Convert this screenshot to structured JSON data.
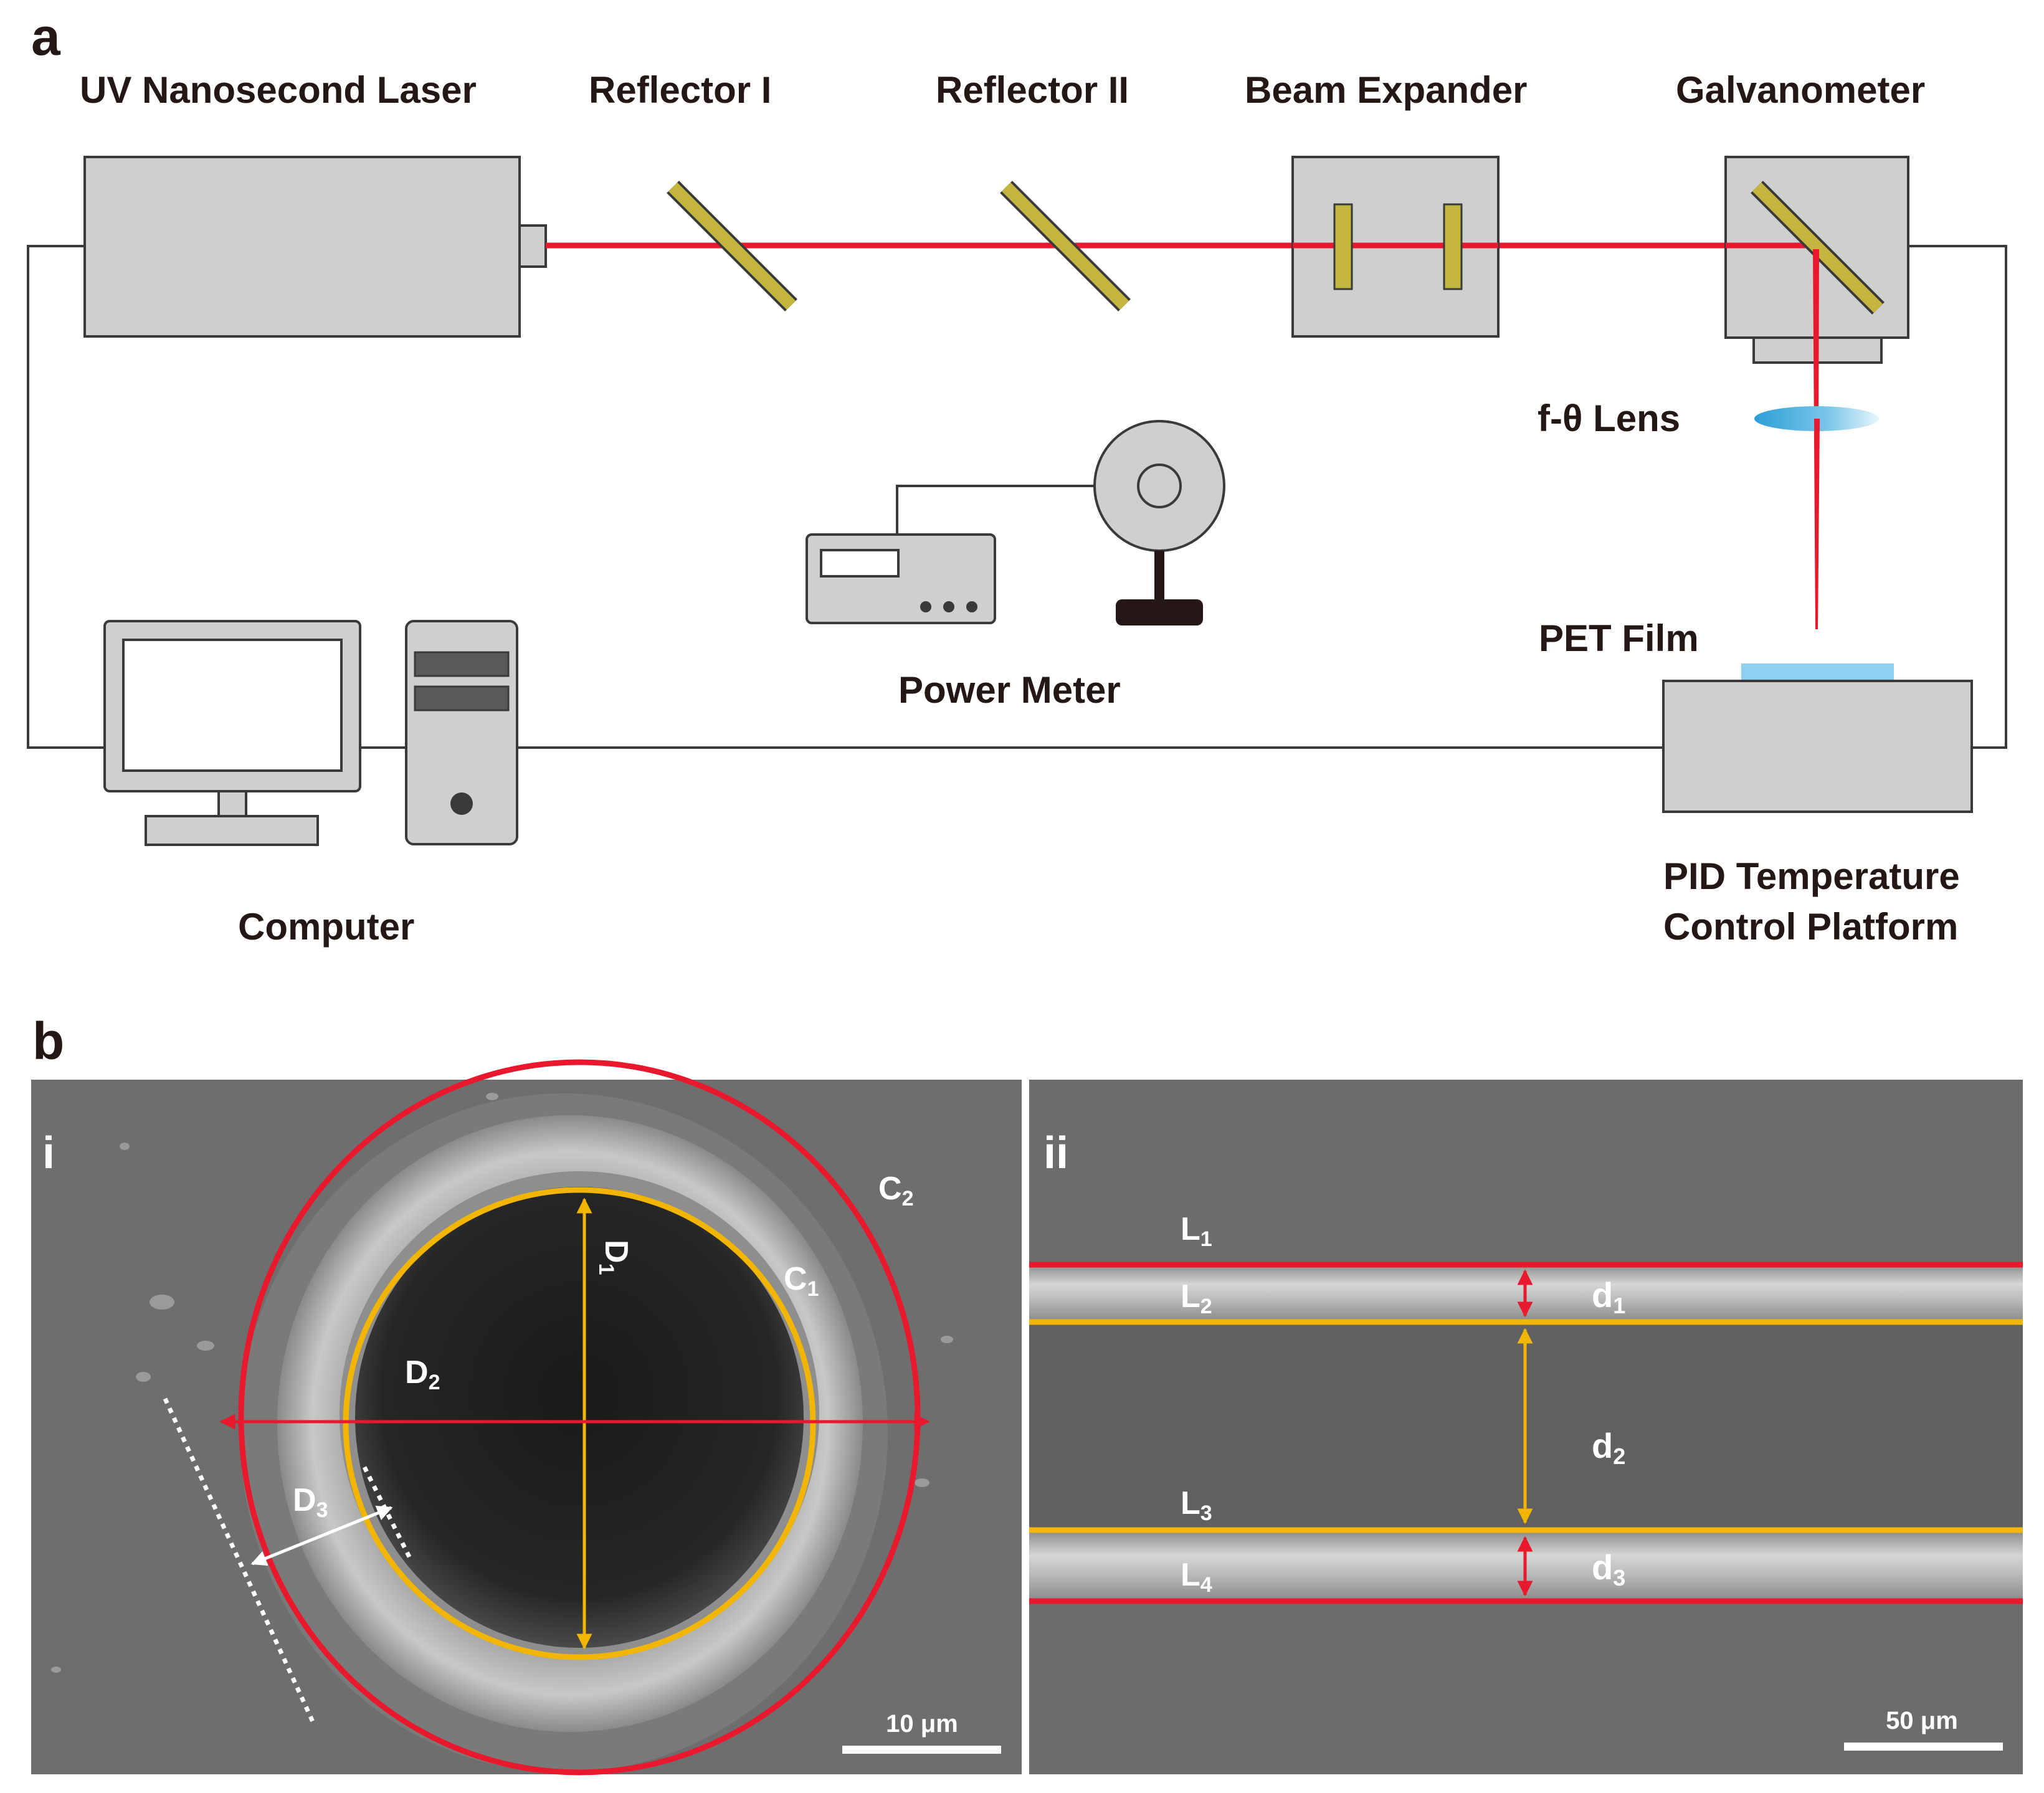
{
  "panel_a": {
    "letter": "a",
    "labels": {
      "laser": "UV Nanosecond Laser",
      "reflector1": "Reflector I",
      "reflector2": "Reflector II",
      "beam_expander": "Beam Expander",
      "galvanometer": "Galvanometer",
      "ftheta_lens": "f-θ Lens",
      "pet_film": "PET Film",
      "power_meter": "Power Meter",
      "computer": "Computer",
      "pid_line1": "PID Temperature",
      "pid_line2": "Control Platform"
    },
    "colors": {
      "laser_beam": "#e8192c",
      "mirror": "#c2b640",
      "equipment": "#cfcfcf",
      "pet_film": "#8fd0f2",
      "lens": "#3aa8d8"
    }
  },
  "panel_b": {
    "letter": "b",
    "sub_i": {
      "roman": "i",
      "labels": {
        "C1": "C",
        "C1_sub": "1",
        "C2": "C",
        "C2_sub": "2",
        "D1": "D",
        "D1_sub": "1",
        "D2": "D",
        "D2_sub": "2",
        "D3": "D",
        "D3_sub": "3"
      },
      "scalebar": "10 μm"
    },
    "sub_ii": {
      "roman": "ii",
      "labels": {
        "L1": "L",
        "L1_sub": "1",
        "L2": "L",
        "L2_sub": "2",
        "L3": "L",
        "L3_sub": "3",
        "L4": "L",
        "L4_sub": "4",
        "d1": "d",
        "d1_sub": "1",
        "d2": "d",
        "d2_sub": "2",
        "d3": "d",
        "d3_sub": "3"
      },
      "scalebar": "50 μm"
    },
    "colors": {
      "outer_boundary": "#e8192c",
      "inner_boundary": "#f2b600",
      "sem_background": "#6e6e6e"
    }
  }
}
